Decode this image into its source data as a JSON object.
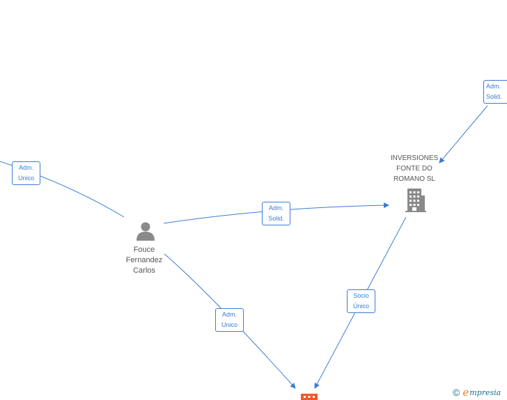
{
  "nodes": {
    "person": {
      "lines": [
        "Fouce",
        "Fernandez",
        "Carlos"
      ],
      "icon": "person-icon",
      "color": "#8a8a8a"
    },
    "company": {
      "lines": [
        "INVERSIONES",
        "FONTE DO",
        "ROMANO  SL"
      ],
      "icon": "building-icon",
      "color": "#8a8a8a"
    },
    "target_company": {
      "icon": "building-icon",
      "color": "#f05a28"
    }
  },
  "edges": {
    "left_to_person": {
      "lines": [
        "Adm.",
        "Unico"
      ]
    },
    "person_to_company": {
      "lines": [
        "Adm.",
        "Solid."
      ]
    },
    "topright_to_company": {
      "lines": [
        "Adm.",
        "Solid."
      ]
    },
    "company_to_target": {
      "lines": [
        "Socio",
        "Único"
      ]
    },
    "person_to_target": {
      "lines": [
        "Adm.",
        "Unico"
      ]
    }
  },
  "watermark": {
    "copyright": "©",
    "brand_initial": "e",
    "brand_rest": "mpresia"
  },
  "colors": {
    "edge": "#3a7bd5",
    "label_text": "#555555",
    "accent": "#f05a28"
  }
}
